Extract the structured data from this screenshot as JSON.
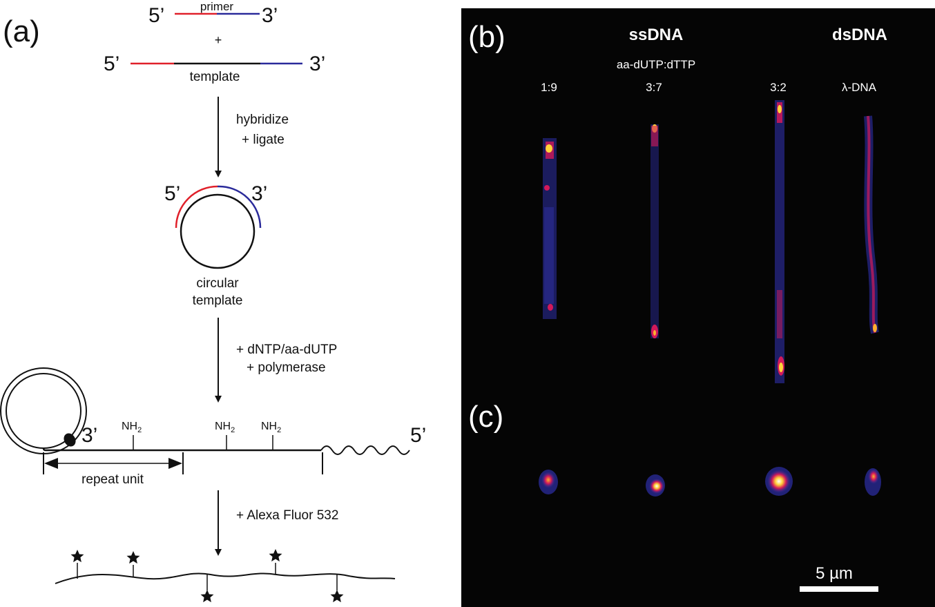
{
  "panel_a": {
    "label": "(a)",
    "primer_5": "5’",
    "primer_3": "3’",
    "primer_label": "primer",
    "plus": "+",
    "template_5": "5’",
    "template_3": "3’",
    "template_label": "template",
    "step1_line1": "hybridize",
    "step1_line2": "+ ligate",
    "circle_5": "5’",
    "circle_3": "3’",
    "circle_label_line1": "circular",
    "circle_label_line2": "template",
    "step2_line1": "+ dNTP/aa-dUTP",
    "step2_line2": "+ polymerase",
    "product_3": "3’",
    "product_5": "5’",
    "amine_main": "NH",
    "amine_sub": "2",
    "repeat_label": "repeat unit",
    "step3": "+ Alexa Fluor 532"
  },
  "panel_b": {
    "label": "(b)",
    "ss_header": "ssDNA",
    "ds_header": "dsDNA",
    "ratio_header": "aa-dUTP:dTTP",
    "lanes": [
      "1:9",
      "3:7",
      "3:2",
      "λ-DNA"
    ]
  },
  "panel_c": {
    "label": "(c)"
  },
  "scalebar": {
    "label": "5 µm",
    "length_um": 5
  },
  "colors": {
    "red": "#e0202a",
    "blue": "#2a2a9a",
    "black": "#111111",
    "micrograph_bg": "#050505",
    "fluor_low": "#2e2fa8",
    "fluor_mid": "#d2195a",
    "fluor_high": "#ffd23a"
  }
}
